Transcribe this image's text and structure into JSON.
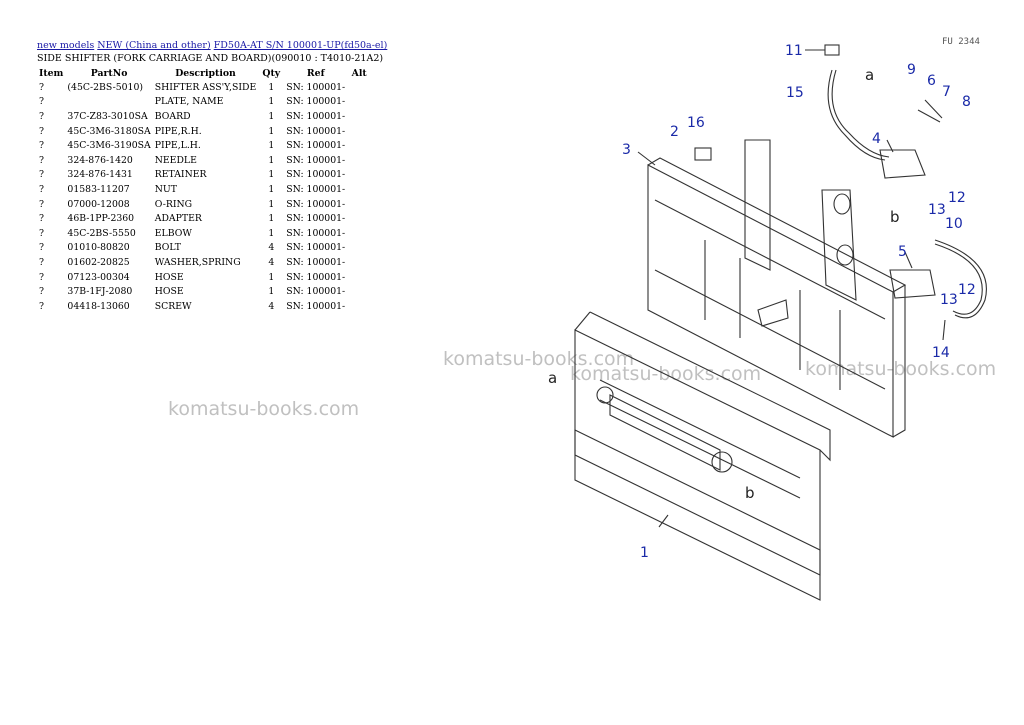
{
  "breadcrumb": {
    "link1": "new models",
    "link2": "NEW (China and other)",
    "link3": "FD50A-AT S/N 100001-UP(fd50a-el)"
  },
  "page_title": "SIDE SHIFTER (FORK CARRIAGE AND BOARD)(090010 : T4010-21A2)",
  "table": {
    "headers": [
      "Item",
      "PartNo",
      "Description",
      "Qty",
      "Ref",
      "Alt"
    ],
    "rows": [
      {
        "item": "?",
        "part": "(45C-2BS-5010)",
        "desc": "SHIFTER ASS'Y,SIDE",
        "qty": "1",
        "ref": "SN: 100001-",
        "alt": ""
      },
      {
        "item": "?",
        "part": "",
        "desc": "PLATE, NAME",
        "qty": "1",
        "ref": "SN: 100001-",
        "alt": ""
      },
      {
        "item": "?",
        "part": "37C-Z83-3010SA",
        "desc": "BOARD",
        "qty": "1",
        "ref": "SN: 100001-",
        "alt": ""
      },
      {
        "item": "?",
        "part": "45C-3M6-3180SA",
        "desc": "PIPE,R.H.",
        "qty": "1",
        "ref": "SN: 100001-",
        "alt": ""
      },
      {
        "item": "?",
        "part": "45C-3M6-3190SA",
        "desc": "PIPE,L.H.",
        "qty": "1",
        "ref": "SN: 100001-",
        "alt": ""
      },
      {
        "item": "?",
        "part": "324-876-1420",
        "desc": "NEEDLE",
        "qty": "1",
        "ref": "SN: 100001-",
        "alt": ""
      },
      {
        "item": "?",
        "part": "324-876-1431",
        "desc": "RETAINER",
        "qty": "1",
        "ref": "SN: 100001-",
        "alt": ""
      },
      {
        "item": "?",
        "part": "01583-11207",
        "desc": "NUT",
        "qty": "1",
        "ref": "SN: 100001-",
        "alt": ""
      },
      {
        "item": "?",
        "part": "07000-12008",
        "desc": "O-RING",
        "qty": "1",
        "ref": "SN: 100001-",
        "alt": ""
      },
      {
        "item": "?",
        "part": "46B-1PP-2360",
        "desc": "ADAPTER",
        "qty": "1",
        "ref": "SN: 100001-",
        "alt": ""
      },
      {
        "item": "?",
        "part": "45C-2BS-5550",
        "desc": "ELBOW",
        "qty": "1",
        "ref": "SN: 100001-",
        "alt": ""
      },
      {
        "item": "?",
        "part": "01010-80820",
        "desc": "BOLT",
        "qty": "4",
        "ref": "SN: 100001-",
        "alt": ""
      },
      {
        "item": "?",
        "part": "01602-20825",
        "desc": "WASHER,SPRING",
        "qty": "4",
        "ref": "SN: 100001-",
        "alt": ""
      },
      {
        "item": "?",
        "part": "07123-00304",
        "desc": "HOSE",
        "qty": "1",
        "ref": "SN: 100001-",
        "alt": ""
      },
      {
        "item": "?",
        "part": "37B-1FJ-2080",
        "desc": "HOSE",
        "qty": "1",
        "ref": "SN: 100001-",
        "alt": ""
      },
      {
        "item": "?",
        "part": "04418-13060",
        "desc": "SCREW",
        "qty": "4",
        "ref": "SN: 100001-",
        "alt": ""
      }
    ]
  },
  "watermark": "komatsu-books.com",
  "diagram": {
    "figure_id": "FU 2344",
    "callouts": [
      "1",
      "2",
      "3",
      "4",
      "5",
      "6",
      "7",
      "8",
      "9",
      "10",
      "11",
      "12",
      "12",
      "13",
      "13",
      "14",
      "15",
      "16"
    ],
    "letters": [
      "a",
      "b",
      "a",
      "b"
    ],
    "colors": {
      "callout": "#1a2aa8",
      "line": "#333333"
    }
  }
}
